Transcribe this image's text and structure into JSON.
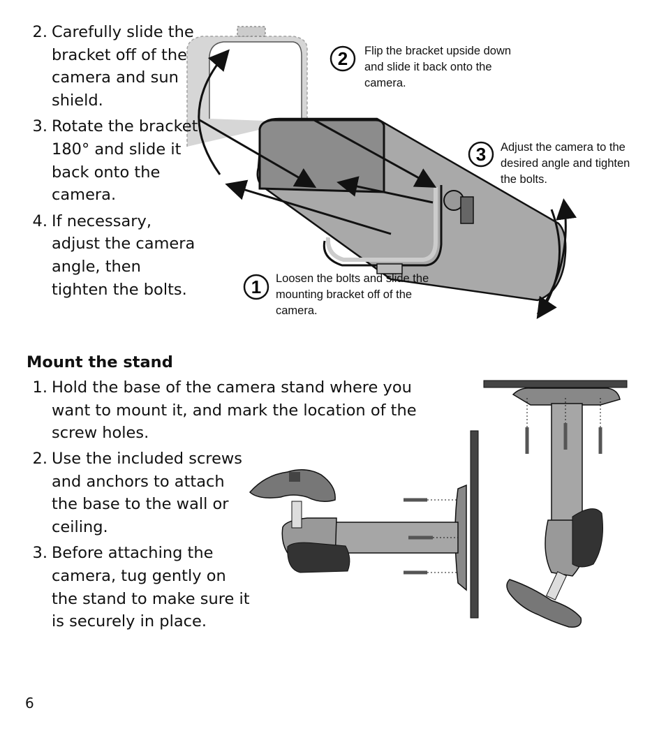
{
  "steps_remove": [
    {
      "num": "2.",
      "text": "Carefully slide the bracket off of the camera and sun shield."
    },
    {
      "num": "3.",
      "text": "Rotate the bracket 180° and slide it back onto the camera."
    },
    {
      "num": "4.",
      "text": "If necessary, adjust the camera angle, then tighten the bolts."
    }
  ],
  "callouts": {
    "c1": {
      "num": "1",
      "text": "Loosen the bolts and slide the mounting bracket off of the camera."
    },
    "c2": {
      "num": "2",
      "text": "Flip the bracket upside down and slide it back onto the camera."
    },
    "c3": {
      "num": "3",
      "text": "Adjust the camera to the desired angle and tighten the bolts."
    }
  },
  "section_heading": "Mount the stand",
  "steps_mount": [
    {
      "num": "1.",
      "text": "Hold the base of the camera stand where you want  to mount it, and mark the location of the screw holes."
    },
    {
      "num": "2.",
      "text": "Use the included screws and anchors to attach the base to the wall or ceiling."
    },
    {
      "num": "3.",
      "text": "Before attaching the camera, tug gently on the stand to make sure it is securely in place."
    }
  ],
  "page_number": "6"
}
